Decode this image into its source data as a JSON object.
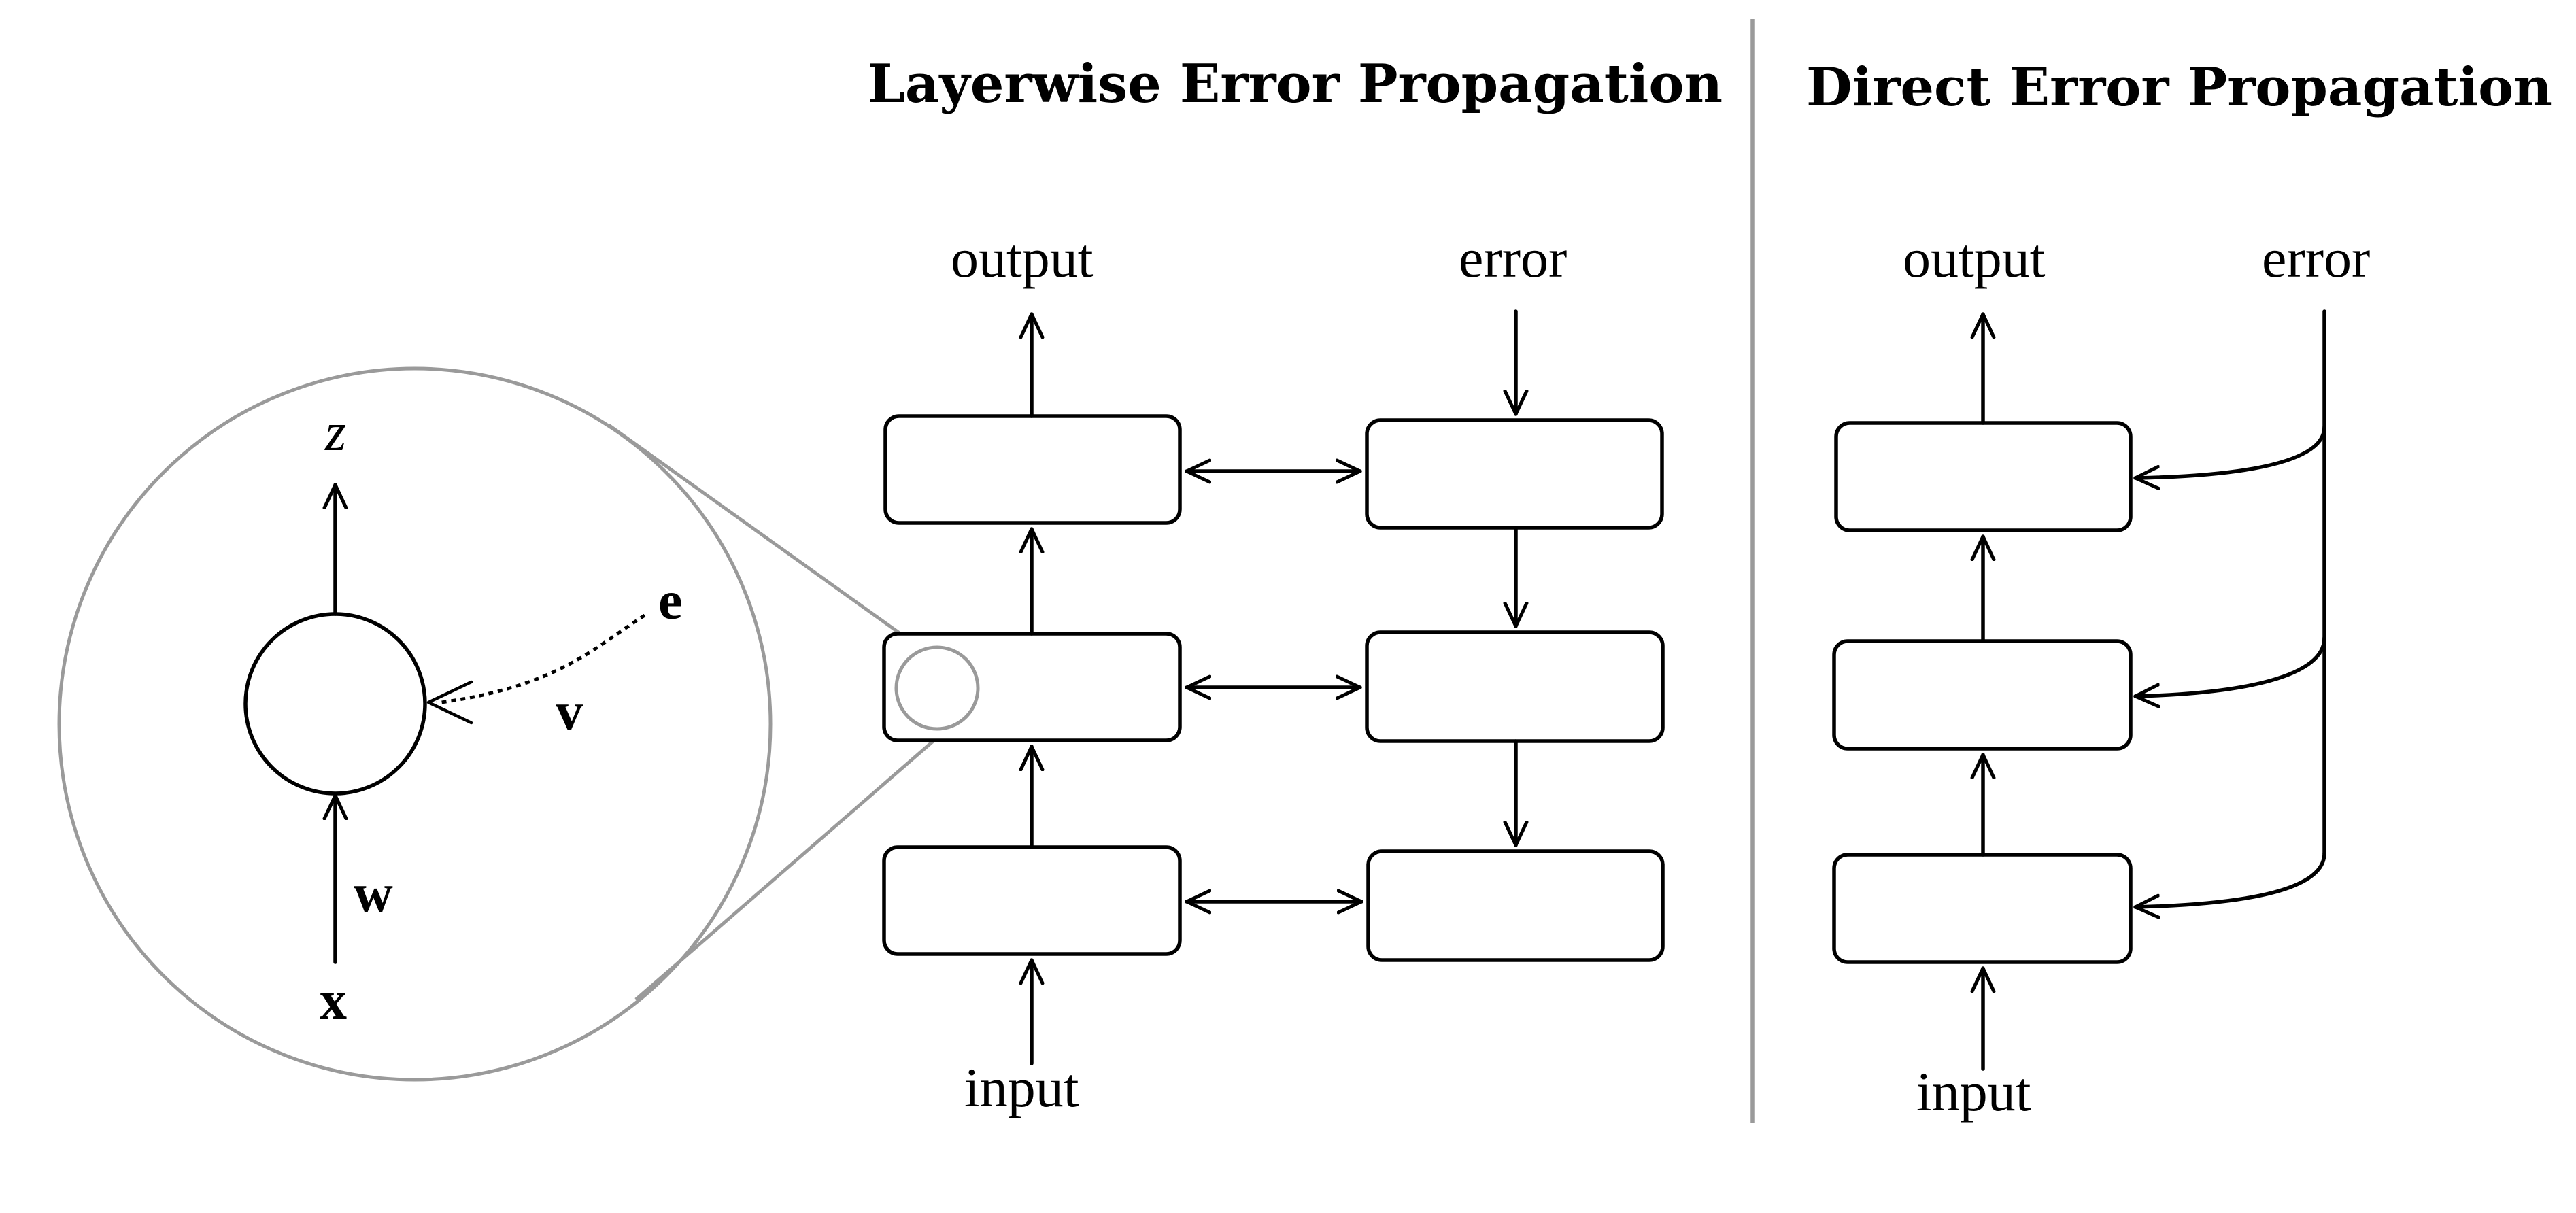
{
  "titles": {
    "layerwise": "Layerwise Error Propagation",
    "direct": "Direct Error Propagation"
  },
  "layerwise": {
    "output_label": "output",
    "error_label": "error",
    "input_label": "input"
  },
  "direct": {
    "output_label": "output",
    "error_label": "error",
    "input_label": "input"
  },
  "neuron": {
    "output_symbol": "z",
    "error_symbol": "e",
    "feedback_weight_symbol": "v",
    "weight_symbol": "w",
    "input_symbol": "x"
  },
  "colors": {
    "line": "#000000",
    "zoom": "#9a9a9a",
    "divider": "#9a9a9a"
  }
}
